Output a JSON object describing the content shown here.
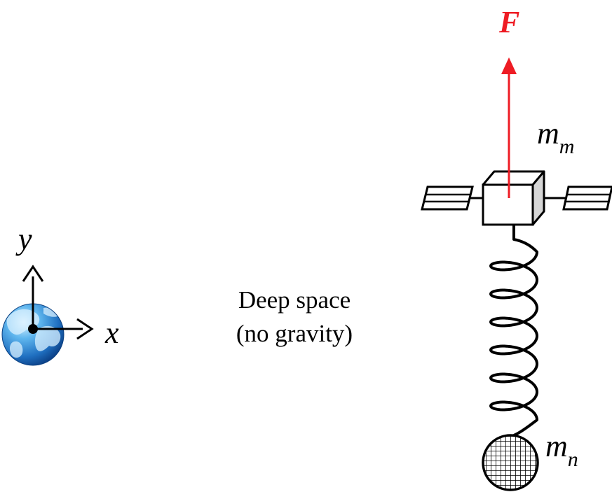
{
  "labels": {
    "force": "F",
    "y_axis": "y",
    "x_axis": "x",
    "mass_main": "m",
    "mass_main_sub": "m",
    "mass_node": "m",
    "mass_node_sub": "n",
    "caption_line1": "Deep space",
    "caption_line2": "(no gravity)"
  },
  "colors": {
    "force": "#ee1c24",
    "ink": "#000000",
    "cube_side": "#d6d6d6",
    "globe_light": "#bfe6ff",
    "globe_mid": "#2f8fd8",
    "globe_dark": "#0b4d99"
  },
  "icons": {
    "earth": "globe-icon",
    "spacecraft": "satellite-icon",
    "spring": "spring-icon",
    "node": "mesh-sphere-icon"
  }
}
